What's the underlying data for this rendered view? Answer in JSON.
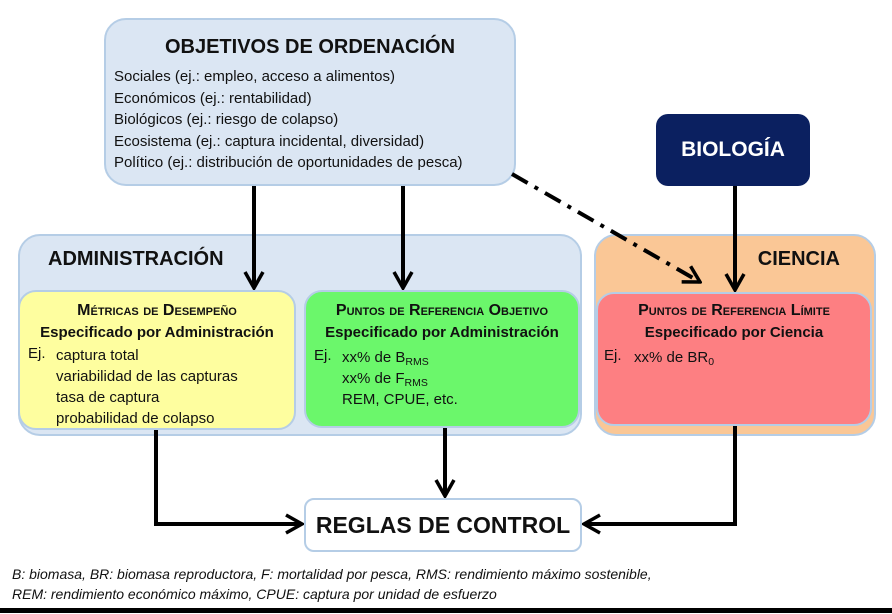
{
  "objectives": {
    "title": "OBJETIVOS DE ORDENACIÓN",
    "lines": [
      "Sociales (ej.: empleo, acceso a alimentos)",
      "Económicos (ej.: rentabilidad)",
      "Biológicos (ej.: riesgo de colapso)",
      "Ecosistema (ej.: captura incidental, diversidad)",
      "Político (ej.: distribución de oportunidades de pesca)"
    ]
  },
  "biology": {
    "title": "BIOLOGÍA"
  },
  "administration": {
    "title": "ADMINISTRACIÓN"
  },
  "science": {
    "title": "CIENCIA"
  },
  "performance_metrics": {
    "title": "Métricas de Desempeño",
    "subtitle": "Especificado por Administración",
    "ej": "Ej.",
    "items": [
      "captura total",
      "variabilidad de las capturas",
      "tasa de captura",
      "probabilidad de colapso"
    ]
  },
  "target_points": {
    "title": "Puntos de Referencia Objetivo",
    "subtitle": "Especificado por Administración",
    "ej": "Ej.",
    "item1_main": "xx% de B",
    "item1_sub": "RMS",
    "item2_main": "xx% de F",
    "item2_sub": "RMS",
    "item3": "REM, CPUE, etc."
  },
  "limit_points": {
    "title": "Puntos de Referencia Límite",
    "subtitle": "Especificado por Ciencia",
    "ej": "Ej.",
    "item1_main": "xx% de BR",
    "item1_sub": "0"
  },
  "control_rules": {
    "title": "REGLAS DE CONTROL"
  },
  "footnote": {
    "line1": "B: biomasa, BR: biomasa reproductora, F: mortalidad por pesca, RMS: rendimiento máximo sostenible,",
    "line2": "REM: rendimiento económico máximo, CPUE: captura por unidad de esfuerzo"
  }
}
